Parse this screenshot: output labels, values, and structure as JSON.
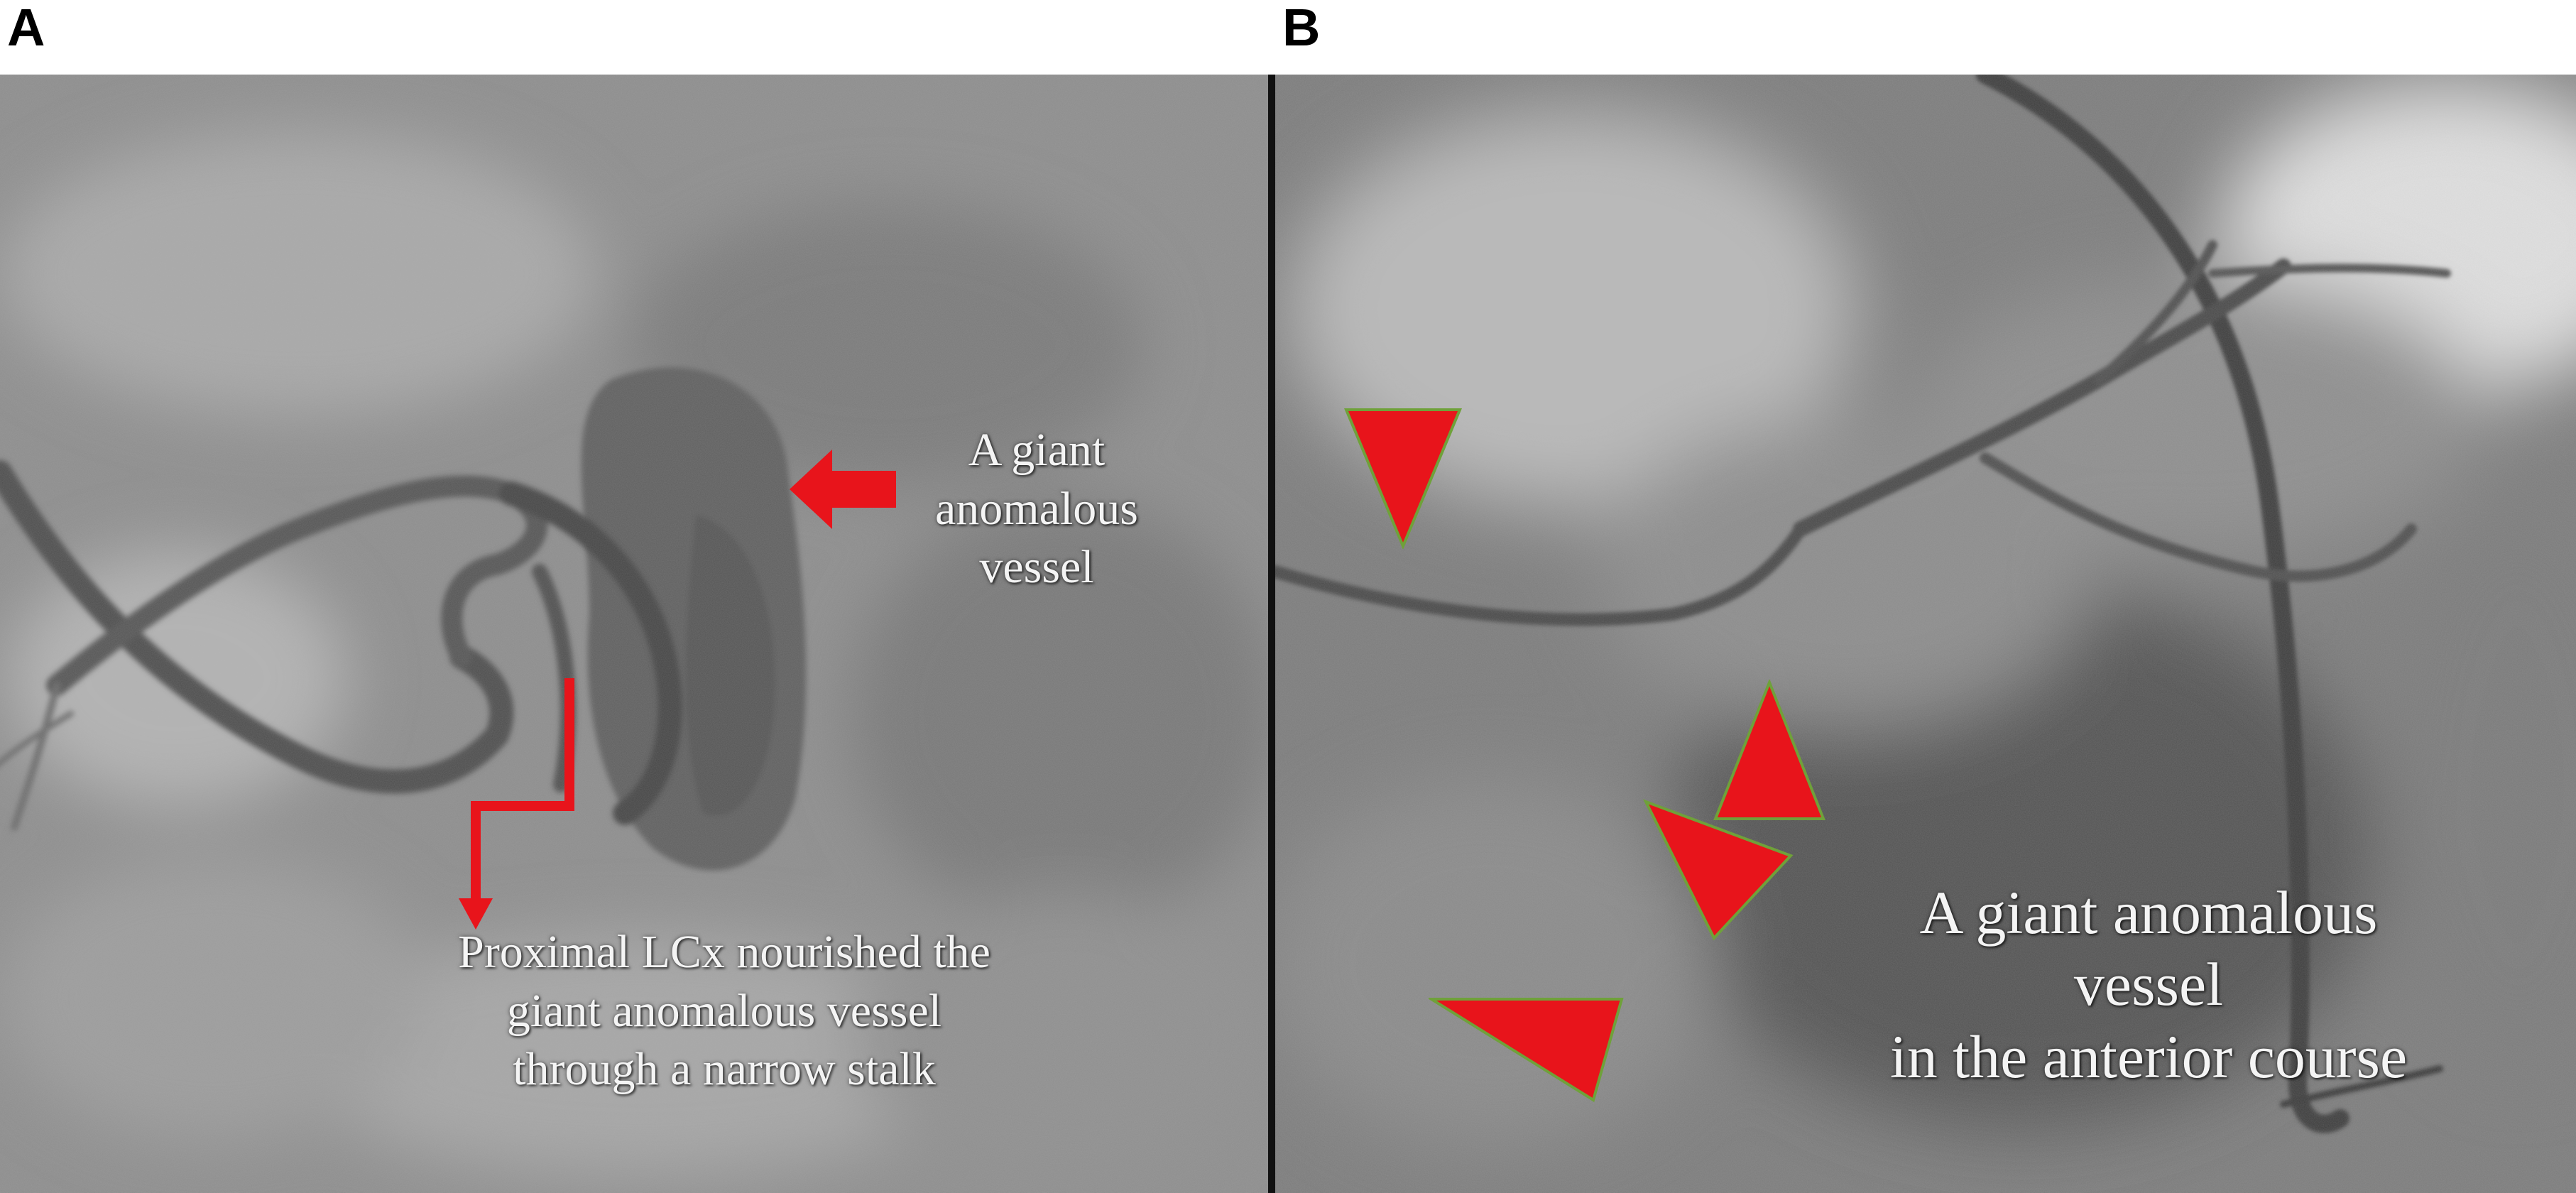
{
  "figure": {
    "panels": [
      {
        "letter": "A",
        "annotations": {
          "vessel_label": "A giant\nanomalous\nvessel",
          "lcx_label": "Proximal LCx nourished the\ngiant anomalous vessel\nthrough a narrow stalk"
        }
      },
      {
        "letter": "B",
        "annotations": {
          "vessel_label": "A giant anomalous\nvessel\nin the anterior course"
        }
      }
    ],
    "colors": {
      "arrow_red": "#e8141b",
      "arrowhead_outline": "#6fa13a",
      "label_text": "#f4f4f4"
    },
    "icons": [
      "red-block-arrow-icon",
      "red-elbow-arrow-icon",
      "red-arrowhead-icon"
    ]
  }
}
